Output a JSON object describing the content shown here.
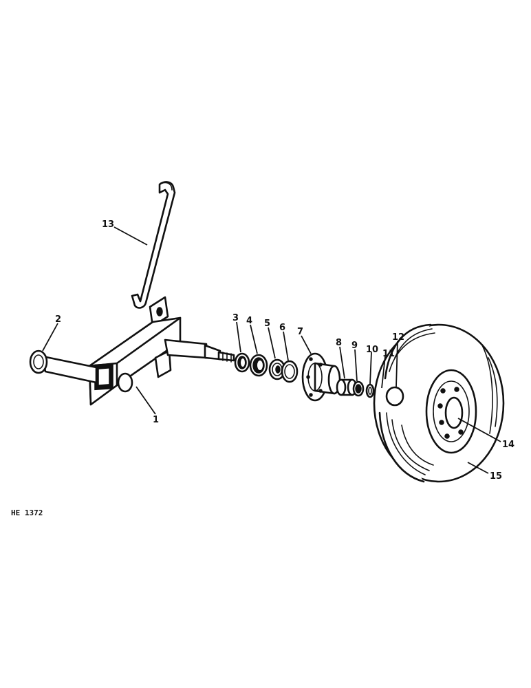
{
  "figure_code": "HE 1372",
  "callouts": {
    "c1": "1",
    "c2": "2",
    "c3": "3",
    "c4": "4",
    "c5": "5",
    "c6": "6",
    "c7": "7",
    "c8": "8",
    "c9": "9",
    "c10": "10",
    "c11": "11",
    "c12": "12",
    "c13": "13",
    "c14": "14",
    "c15": "15"
  }
}
